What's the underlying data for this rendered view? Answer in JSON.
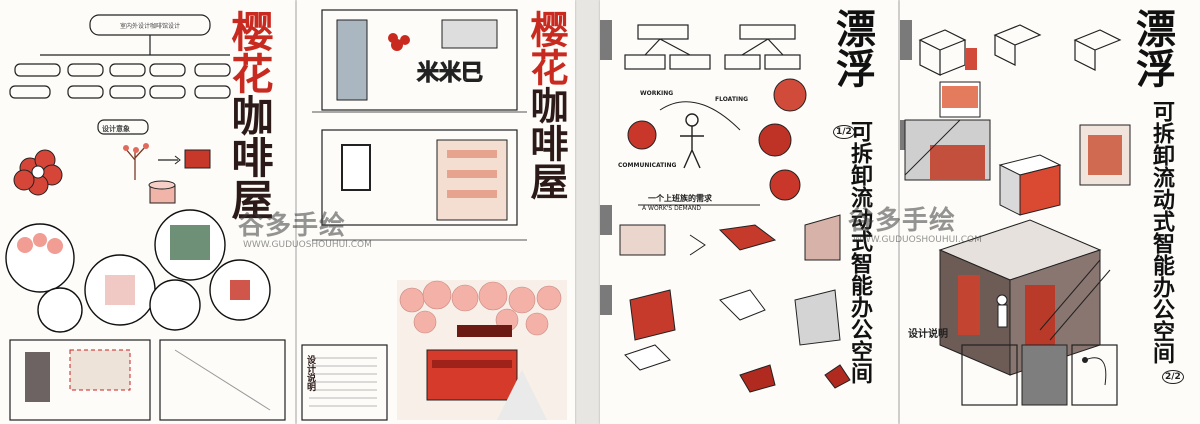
{
  "panels": {
    "sakura": {
      "title_chars": [
        "樱",
        "花",
        "咖",
        "啡",
        "屋"
      ],
      "title_chars_right": [
        "樱",
        "花",
        "咖",
        "啡",
        "屋"
      ],
      "mindmap_root": "室内外设计咖啡馆设计",
      "design_concept": "设计意象",
      "design_notes": "设计说明"
    },
    "office": {
      "title_chars": [
        "漂",
        "浮"
      ],
      "subtitle_chars": [
        "可",
        "拆",
        "卸",
        "流",
        "动",
        "式",
        "智",
        "能",
        "办",
        "公",
        "空",
        "间"
      ],
      "page_num_1": "1/2",
      "page_num_2": "2/2",
      "demand_line": "一个上班族的需求",
      "demand_en": "A WORK'S DEMAND",
      "working": "WORKING",
      "floating": "FLOATING",
      "communicating": "COMMUNICATING",
      "design_notes": "设计说明"
    }
  },
  "watermark": {
    "text": "谷多手绘",
    "url": "WWW.GUDUOSHOUHUI.COM"
  },
  "colors": {
    "accent_red": "#c92a1f",
    "sakura_pink": "#f2b2ad",
    "ink": "#222222"
  }
}
